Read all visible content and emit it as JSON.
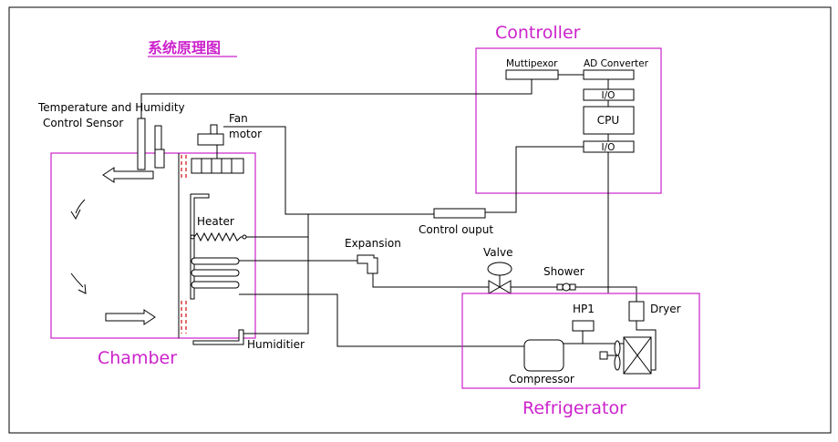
{
  "title": "系统原理图",
  "colors": {
    "accent": "#cc22cc",
    "line": "#000000",
    "heater_dash": "#d62020"
  },
  "sections": {
    "controller": "Controller",
    "chamber": "Chamber",
    "refrigerator": "Refrigerator"
  },
  "controller": {
    "multiplexer": "Muttipexor",
    "ad_converter": "AD Converter",
    "io_top": "I/O",
    "cpu": "CPU",
    "io_bottom": "I/O"
  },
  "labels": {
    "sensor_line1": "Temperature and Humidity",
    "sensor_line2": "Control Sensor",
    "fan_line1": "Fan",
    "fan_line2": "motor",
    "heater": "Heater",
    "humidifier": "Humiditier",
    "control_output": "Control ouput",
    "expansion": "Expansion",
    "valve": "Valve",
    "shower": "Shower",
    "hp1": "HP1",
    "dryer": "Dryer",
    "compressor": "Compressor"
  }
}
